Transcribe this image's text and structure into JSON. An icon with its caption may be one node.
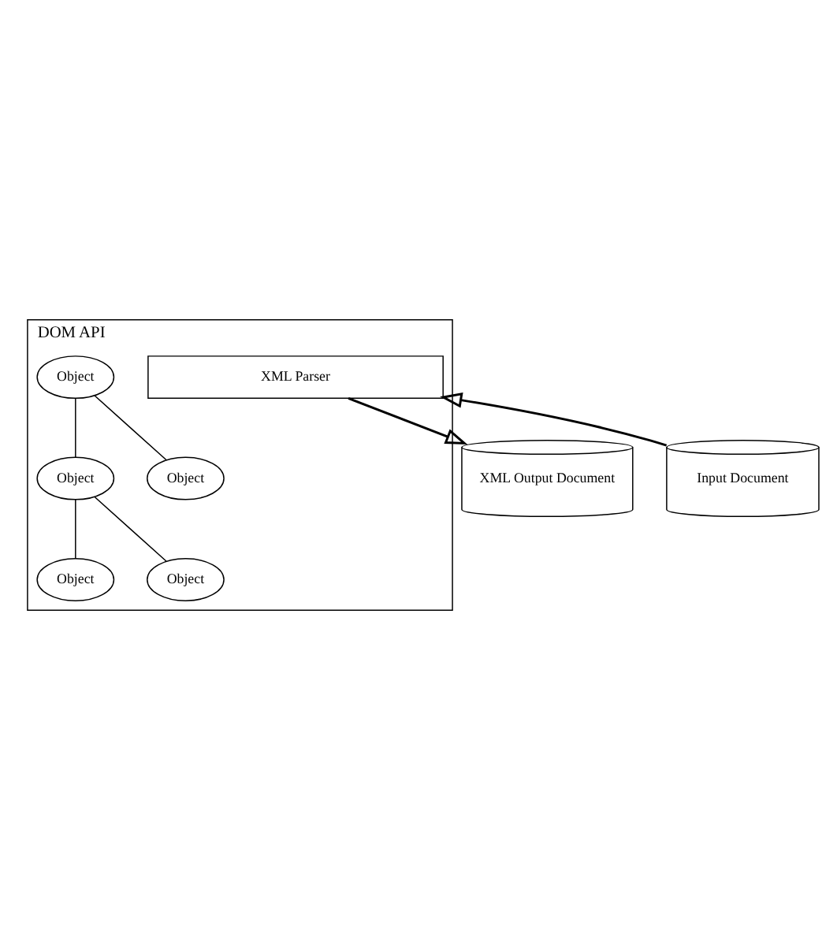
{
  "diagram": {
    "nodes": [
      {
        "text": [
          "DOM API"
        ]
      },
      {
        "text": [
          "Object"
        ],
        "in": 0
      },
      {
        "text": [
          "Object"
        ],
        "in": 0
      },
      {
        "text": [
          "Object"
        ],
        "in": 0
      },
      {
        "text": [
          "Object"
        ],
        "in": 0
      },
      {
        "text": [
          "Object"
        ],
        "in": 0
      },
      {
        "text": [
          "XML Parser"
        ],
        "in": 0
      },
      {
        "text": [
          "Input Document"
        ]
      },
      {
        "text": [
          "XML Output Document"
        ]
      }
    ],
    "edges": [
      {
        "from": 1,
        "to": 2,
        "arrow": "none"
      },
      {
        "from": 1,
        "to": 3,
        "arrow": "none"
      },
      {
        "from": 2,
        "to": 4,
        "arrow": "none"
      },
      {
        "from": 2,
        "to": 5,
        "arrow": "none"
      },
      {
        "from": 7,
        "to": 6,
        "arrow": "to"
      },
      {
        "from": 6,
        "to": 8,
        "arrow": "to"
      }
    ]
  }
}
